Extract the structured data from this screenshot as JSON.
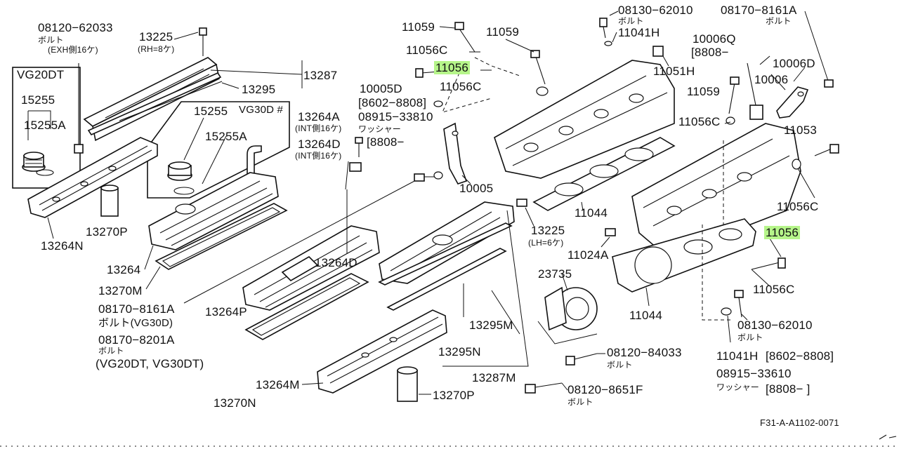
{
  "labels": {
    "l08120_62033": "08120−62033",
    "bolt_a": "ボルト",
    "exh16": "(EXH側16ケ)",
    "l13225_a": "13225",
    "rh8": "(RH=8ケ)",
    "l13287_a": "13287",
    "l13295_a": "13295",
    "vg20dt": "VG20DT",
    "l15255_a": "15255",
    "l15255a_a": "15255A",
    "vg30d": "VG30D #",
    "l15255_b": "15255",
    "l15255a_b": "15255A",
    "l13264a": "13264A",
    "int16": "(INT側16ケ)",
    "l13264d_a": "13264D",
    "int16b": "(INT側16ケ)",
    "l13270p_a": "13270P",
    "l13264n": "13264N",
    "l13264": "13264",
    "l13270m": "13270M",
    "l08170_8161a_a": "08170−8161A",
    "bolt_vg30d": "ボルト(VG30D)",
    "l08170_8201a": "08170−8201A",
    "bolt_b": "ボルト",
    "vg20dt_vg30dt": "(VG20DT, VG30DT)",
    "l13264p": "13264P",
    "l13264d_b": "13264D",
    "l13264m": "13264M",
    "l13270n": "13270N",
    "l13270p_b": "13270P",
    "l11059_a": "11059",
    "l11059_b": "11059",
    "l11056c_a": "11056C",
    "l11056_a": "11056",
    "l11056c_b": "11056C",
    "l10005d": "10005D",
    "r8602_8808_a": "[8602−8808]",
    "l08915_33810": "08915−33810",
    "washer_a": "ワッシャー",
    "r8808_a": "[8808−",
    "l10005": "10005",
    "l11044_a": "11044",
    "l13225_b": "13225",
    "lh6": "(LH=6ケ)",
    "l11024a": "11024A",
    "l23735": "23735",
    "l13295m": "13295M",
    "l13295n": "13295N",
    "l13287m": "13287M",
    "l08120_84033": "08120−84033",
    "bolt_c": "ボルト",
    "l08120_8651f": "08120−8651F",
    "bolt_d": "ボルト",
    "l08130_62010_a": "08130−62010",
    "bolt_e": "ボルト",
    "l11041h_a": "11041H",
    "l08170_8161a_b": "08170−8161A",
    "bolt_f": "ボルト",
    "l10006q": "10006Q",
    "r8808_b": "[8808−",
    "l11051h": "11051H",
    "l10006d": "10006D",
    "l10006": "10006",
    "l11059_c": "11059",
    "l11056c_c": "11056C",
    "l11053": "11053",
    "l11056c_d": "11056C",
    "l11056_b": "11056",
    "l11056c_e": "11056C",
    "l11044_b": "11044",
    "l08130_62010_b": "08130−62010",
    "bolt_g": "ボルト",
    "l11041h_b": "11041H",
    "r8602_8808_b": "[8602−8808]",
    "l08915_33610": "08915−33610",
    "washer_b": "ワッシャー",
    "r8808_c": "[8808−      ]",
    "figure_code": "F31-A-A1102-0071"
  },
  "colors": {
    "highlight": "#b6f58a",
    "ink": "#111111",
    "background": "#ffffff"
  }
}
